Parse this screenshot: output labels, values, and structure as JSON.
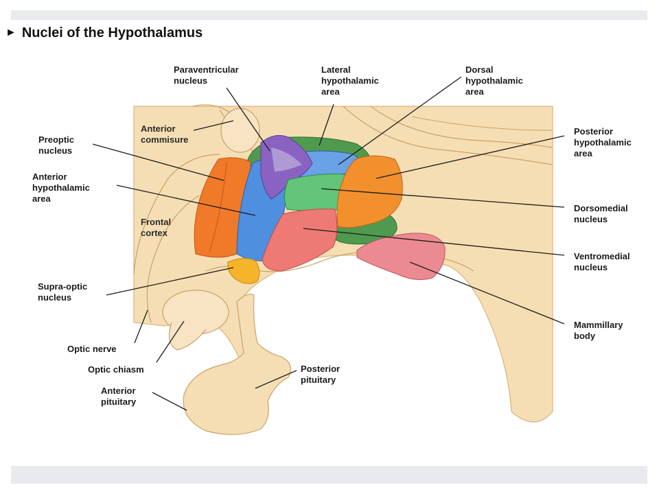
{
  "title": "Nuclei of the Hypothalamus",
  "bullet_icon": "triangle-bullet-icon",
  "colors": {
    "tissue": "#f6deb4",
    "tissue_line": "#c9a06a",
    "preoptic": "#f07a2a",
    "anterior_hypothalamic": "#4f8fe0",
    "paraventricular": "#8a63c2",
    "lateral": "#4f9a4f",
    "dorsal": "#6aa2e8",
    "dorsomedial": "#62c57a",
    "ventromedial": "#ee7a74",
    "posterior": "#f2902e",
    "supraoptic": "#f5b42a",
    "mammillary": "#ec8a92"
  },
  "labels": {
    "paraventricular": [
      "Paraventricular",
      "nucleus"
    ],
    "lateral": [
      "Lateral",
      "hypothalamic",
      "area"
    ],
    "dorsal": [
      "Dorsal",
      "hypothalamic",
      "area"
    ],
    "anterior_commisure": [
      "Anterior",
      "commisure"
    ],
    "preoptic": [
      "Preoptic",
      "nucleus"
    ],
    "anterior_hypothalamic": [
      "Anterior",
      "hypothalamic",
      "area"
    ],
    "frontal_cortex": [
      "Frontal",
      "cortex"
    ],
    "posterior_hypothalamic": [
      "Posterior",
      "hypothalamic",
      "area"
    ],
    "dorsomedial": [
      "Dorsomedial",
      "nucleus"
    ],
    "ventromedial": [
      "Ventromedial",
      "nucleus"
    ],
    "supraoptic": [
      "Supra-optic",
      "nucleus"
    ],
    "optic_nerve": [
      "Optic nerve"
    ],
    "optic_chiasm": [
      "Optic chiasm"
    ],
    "anterior_pituitary": [
      "Anterior",
      "pituitary"
    ],
    "posterior_pituitary": [
      "Posterior",
      "pituitary"
    ],
    "mammillary": [
      "Mammillary",
      "body"
    ]
  }
}
